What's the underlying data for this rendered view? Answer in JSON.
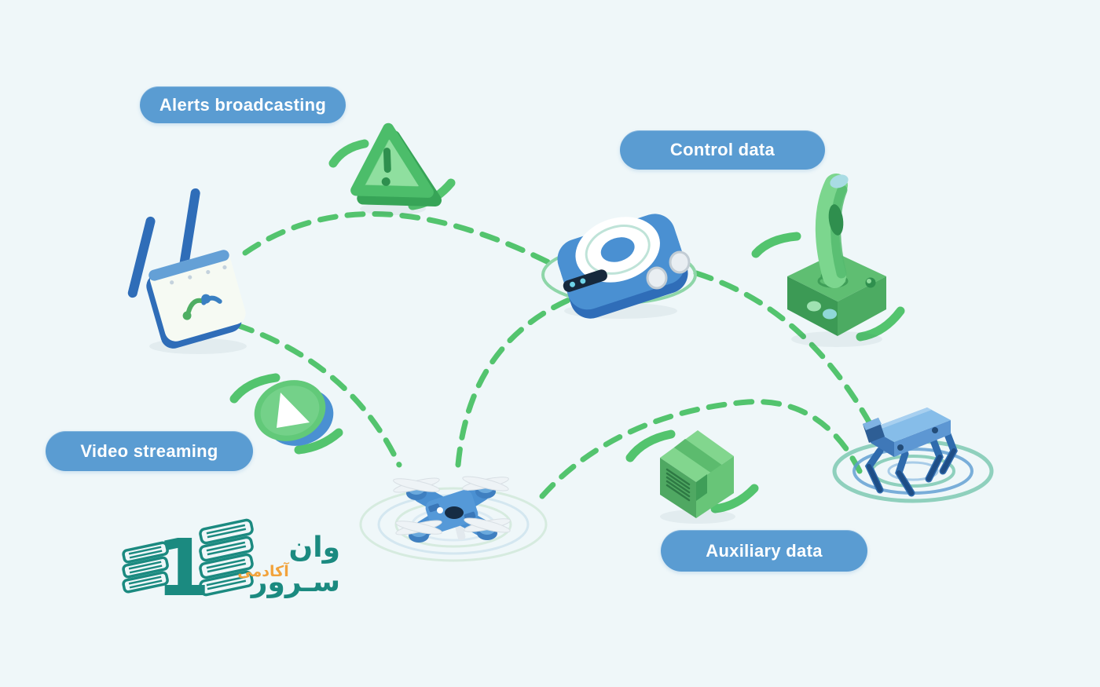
{
  "colors": {
    "background": "#eff7f9",
    "pill": "#5a9cd2",
    "pill_text": "#ffffff",
    "dash": "#53c46e",
    "teal": "#1b8a80",
    "orange": "#f2a33c",
    "blue": "#4a90d2",
    "blue_dark": "#2f6db8",
    "green_light": "#8fdc9c",
    "green": "#5cc474",
    "green_dark": "#3fa45c",
    "ring_teal": "#8fd0bd",
    "ring_blue": "#5b9bd1"
  },
  "labels": {
    "alerts_broadcasting": "Alerts broadcasting",
    "control_data": "Control data",
    "video_streaming": "Video streaming",
    "auxiliary_data": "Auxiliary data"
  },
  "logo": {
    "mark": "1",
    "name": "وان سـرور",
    "subtitle": "آکادمی"
  },
  "diagram": {
    "nodes": [
      {
        "id": "router",
        "icon": "wifi-router-icon"
      },
      {
        "id": "alert",
        "icon": "warning-triangle-icon",
        "label_ref": "alerts_broadcasting"
      },
      {
        "id": "rover",
        "icon": "rover-robot-icon",
        "label_ref": "control_data"
      },
      {
        "id": "joystick",
        "icon": "joystick-icon"
      },
      {
        "id": "play",
        "icon": "play-button-icon",
        "label_ref": "video_streaming"
      },
      {
        "id": "drone",
        "icon": "quadcopter-drone-icon"
      },
      {
        "id": "box",
        "icon": "parcel-box-icon",
        "label_ref": "auxiliary_data"
      },
      {
        "id": "robot_dog",
        "icon": "robot-dog-icon"
      }
    ],
    "connections": [
      {
        "from": "router",
        "to": "rover",
        "style": "dashed-arc"
      },
      {
        "from": "router",
        "to": "drone",
        "style": "dashed-arc"
      },
      {
        "from": "drone",
        "to": "rover",
        "style": "dashed-arc"
      },
      {
        "from": "rover",
        "to": "robot_dog",
        "style": "dashed-arc"
      },
      {
        "from": "drone",
        "to": "robot_dog",
        "style": "dashed-arc"
      }
    ]
  }
}
